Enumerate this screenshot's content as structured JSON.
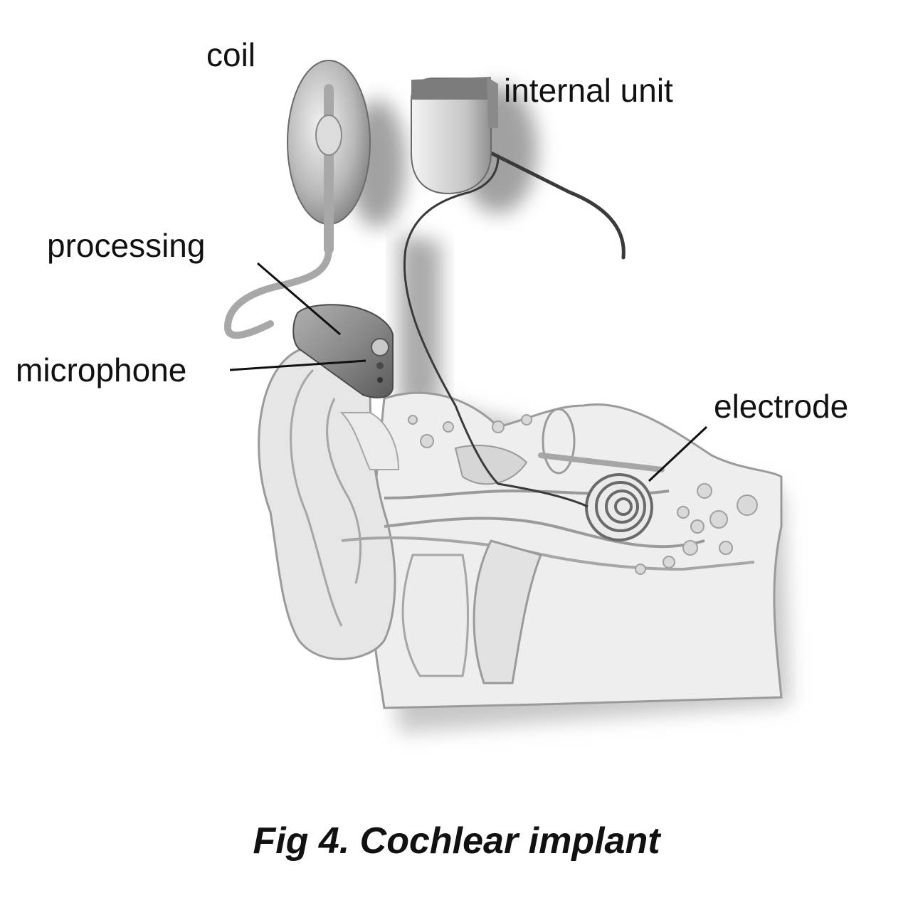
{
  "labels": {
    "coil": "coil",
    "internal_unit": "internal unit",
    "processing": "processing",
    "microphone": "microphone",
    "electrode": "electrode"
  },
  "caption": "Fig 4. Cochlear implant",
  "colors": {
    "background": "#ffffff",
    "tissue_fill": "#e9e9e9",
    "tissue_outline": "#9a9a9a",
    "device_fill": "#8a8a8a",
    "wire": "#3a3a3a",
    "text": "#111111"
  }
}
